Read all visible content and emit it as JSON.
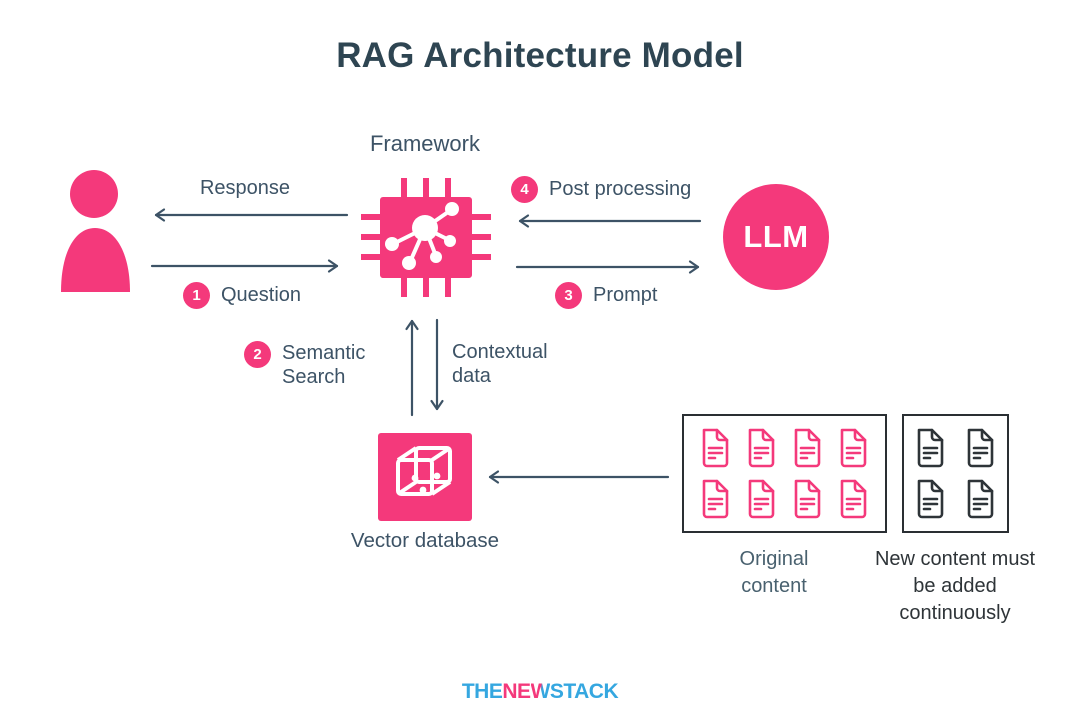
{
  "title": "RAG Architecture Model",
  "colors": {
    "pink": "#F4397B",
    "slate": "#3D5366",
    "dark_text": "#2E3438",
    "box_border": "#2A2F33",
    "logo_blue": "#35A7E0"
  },
  "nodes": {
    "framework": {
      "label": "Framework",
      "icon": "chip-network-icon"
    },
    "llm": {
      "label": "LLM"
    },
    "vector_db": {
      "label": "Vector database",
      "icon": "cube-icon"
    },
    "user": {
      "icon": "person-icon"
    }
  },
  "edges": {
    "response": {
      "label": "Response",
      "direction": "framework-to-user"
    },
    "question": {
      "step": "1",
      "label": "Question",
      "direction": "user-to-framework"
    },
    "semantic_search": {
      "step": "2",
      "label": "Semantic Search",
      "direction": "vector-db-to-framework"
    },
    "contextual_data": {
      "label": "Contextual data",
      "direction": "framework-to-vector-db"
    },
    "prompt": {
      "step": "3",
      "label": "Prompt",
      "direction": "framework-to-llm"
    },
    "post_processing": {
      "step": "4",
      "label": "Post processing",
      "direction": "llm-to-framework"
    },
    "ingest": {
      "label": "",
      "direction": "original-content-to-vector-db"
    }
  },
  "content": {
    "original": {
      "label": "Original content",
      "doc_count": 8
    },
    "new": {
      "label": "New content must be added continuously",
      "doc_count": 4
    }
  },
  "footer": {
    "logo_segments": {
      "part1": "THE",
      "part2": "NE",
      "part3": "W",
      "part4": "STACK"
    }
  }
}
